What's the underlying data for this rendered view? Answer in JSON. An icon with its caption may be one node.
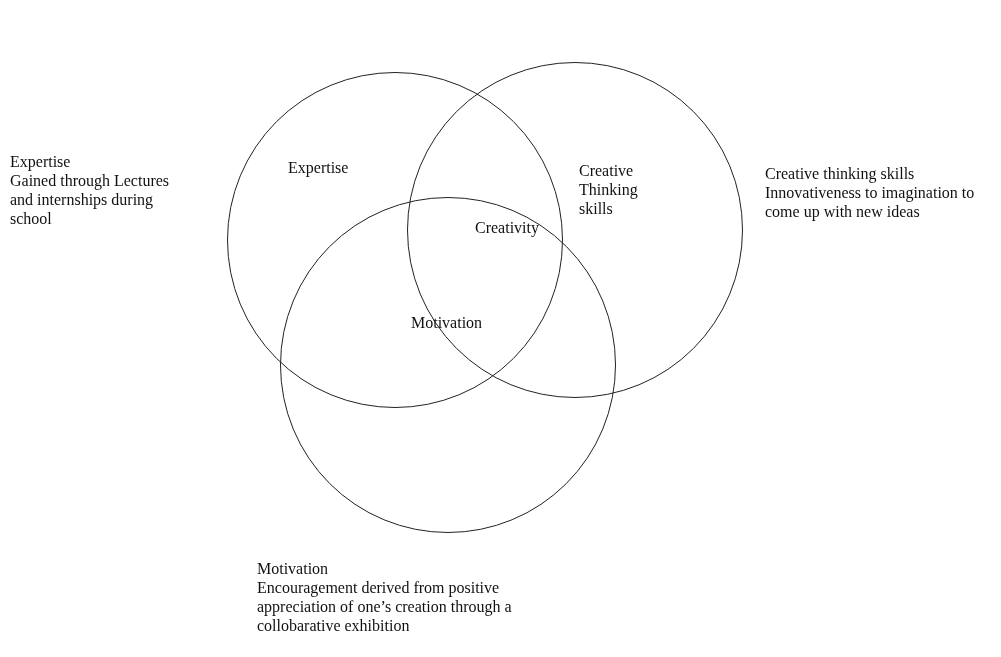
{
  "diagram": {
    "nodes": [
      {
        "text": [
          "Expertise"
        ]
      },
      {
        "text": [
          "Creative Thinking skills"
        ]
      },
      {
        "text": [
          "Motivation"
        ]
      }
    ],
    "edges": [],
    "labels": [
      "Expertise",
      "Gained through Lectures and internships during school",
      "Creativity",
      "Creative thinking skills",
      "Innovativeness to imagination to come up with new ideas",
      "Motivation",
      "Encouragement derived from positive appreciation of one’s creation through a collobarative exhibition"
    ]
  }
}
